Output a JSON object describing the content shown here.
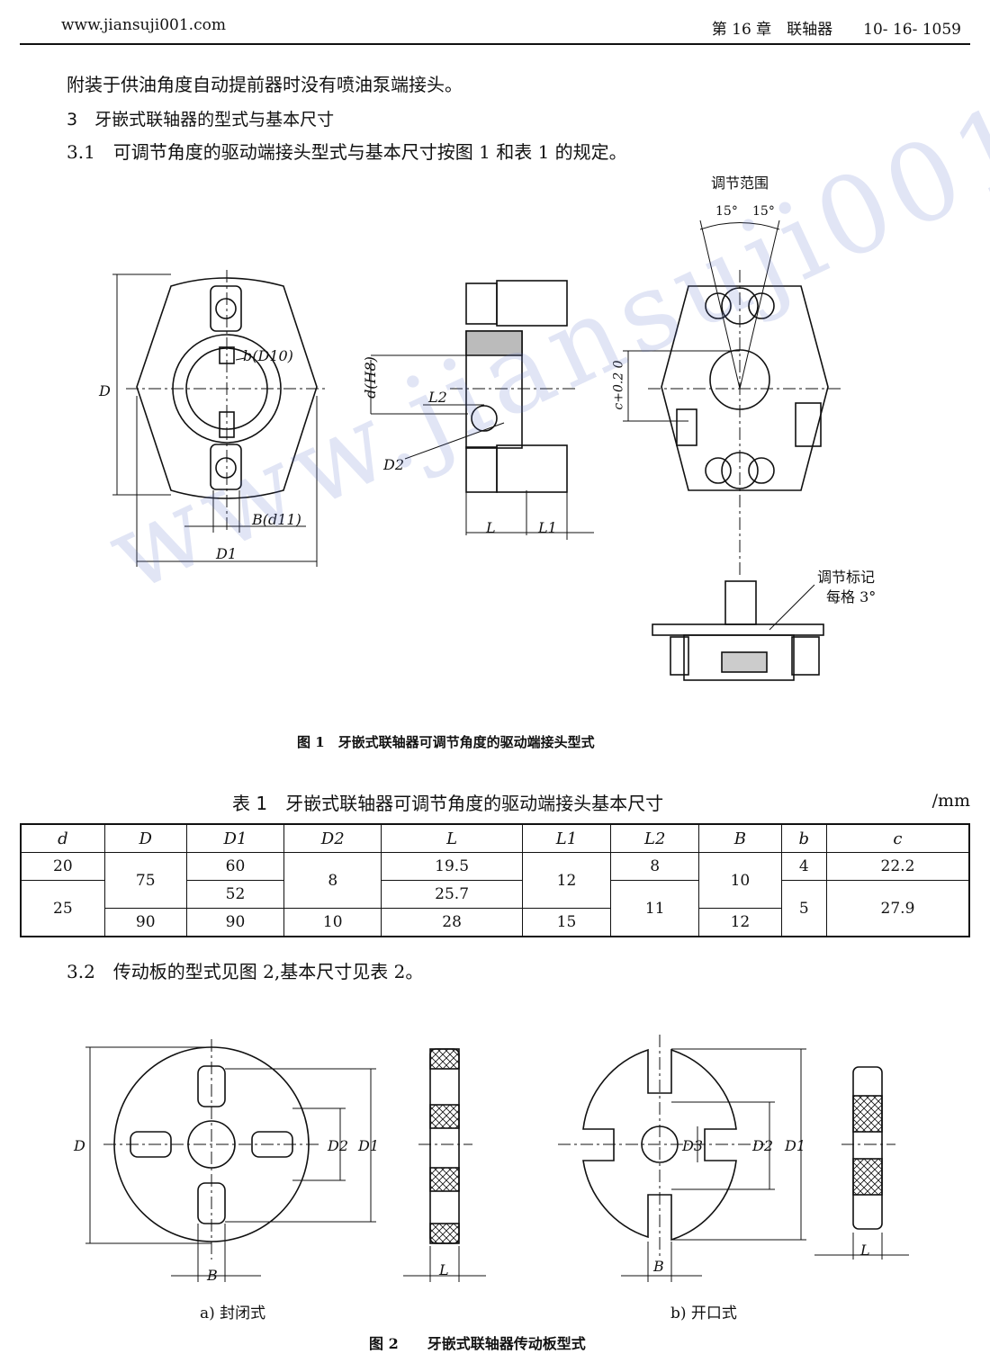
{
  "header": {
    "site": "www.jiansuji001.com",
    "chapter": "第 16 章　联轴器　　10- 16- 1059"
  },
  "intro_line": "附装于供油角度自动提前器时没有喷油泵端接头。",
  "section3": "3　牙嵌式联轴器的型式与基本尺寸",
  "section31": "3.1　可调节角度的驱动端接头型式与基本尺寸按图 1 和表 1 的规定。",
  "figure1": {
    "caption": "图 1　牙嵌式联轴器可调节角度的驱动端接头型式",
    "labels": {
      "adjust_range": "调节范围",
      "angle_left": "15°",
      "angle_right": "15°",
      "D": "D",
      "b_D10": "b(D10)",
      "B_d11": "B(d11)",
      "D1": "D1",
      "d_H8": "d(H8)",
      "L2": "L2",
      "D2": "D2",
      "L": "L",
      "L1": "L1",
      "c_tol": "c+0.2 0",
      "mark": "调节标记",
      "per_step": "每格 3°"
    }
  },
  "table1": {
    "title": "表 1　牙嵌式联轴器可调节角度的驱动端接头基本尺寸",
    "unit": "/mm",
    "headers": [
      "d",
      "D",
      "D1",
      "D2",
      "L",
      "L1",
      "L2",
      "B",
      "b",
      "c"
    ],
    "cells": {
      "d_20": "20",
      "d_25": "25",
      "D_75": "75",
      "D_90": "90",
      "D1_60": "60",
      "D1_52": "52",
      "D1_90": "90",
      "D2_8": "8",
      "D2_10": "10",
      "L_195": "19.5",
      "L_257": "25.7",
      "L_28": "28",
      "L1_12": "12",
      "L1_15": "15",
      "L2_8": "8",
      "L2_11": "11",
      "B_10": "10",
      "B_12": "12",
      "b_4": "4",
      "b_5": "5",
      "c_222": "22.2",
      "c_279": "27.9"
    }
  },
  "section32": "3.2　传动板的型式见图 2,基本尺寸见表 2。",
  "figure2": {
    "caption": "图 2　　牙嵌式联轴器传动板型式",
    "sub_a": "a) 封闭式",
    "sub_b": "b) 开口式",
    "labels": {
      "D": "D",
      "D1": "D1",
      "D2": "D2",
      "D3": "D3",
      "B": "B",
      "L": "L"
    }
  },
  "watermark": "www.jiansuji001.com"
}
